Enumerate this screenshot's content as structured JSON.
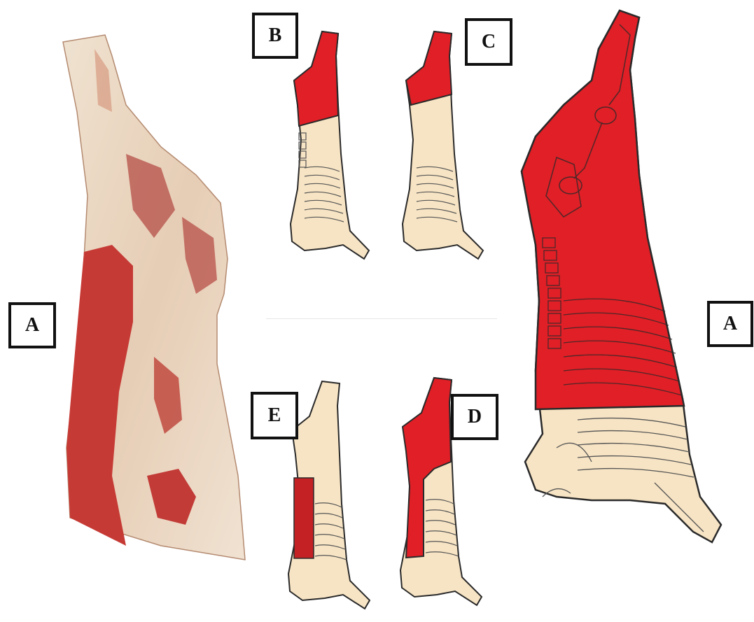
{
  "labels": {
    "photo": "A",
    "large_diagram": "A",
    "top_left_small": "B",
    "top_right_small": "C",
    "bottom_left_small": "E",
    "bottom_right_small": "D"
  },
  "colors": {
    "cut_highlight": "#e01f26",
    "carcass_body": "#f7e4c4",
    "outline": "#2a2a2a",
    "meat_photo": "#c9403c",
    "fat_photo": "#ead7c2"
  }
}
